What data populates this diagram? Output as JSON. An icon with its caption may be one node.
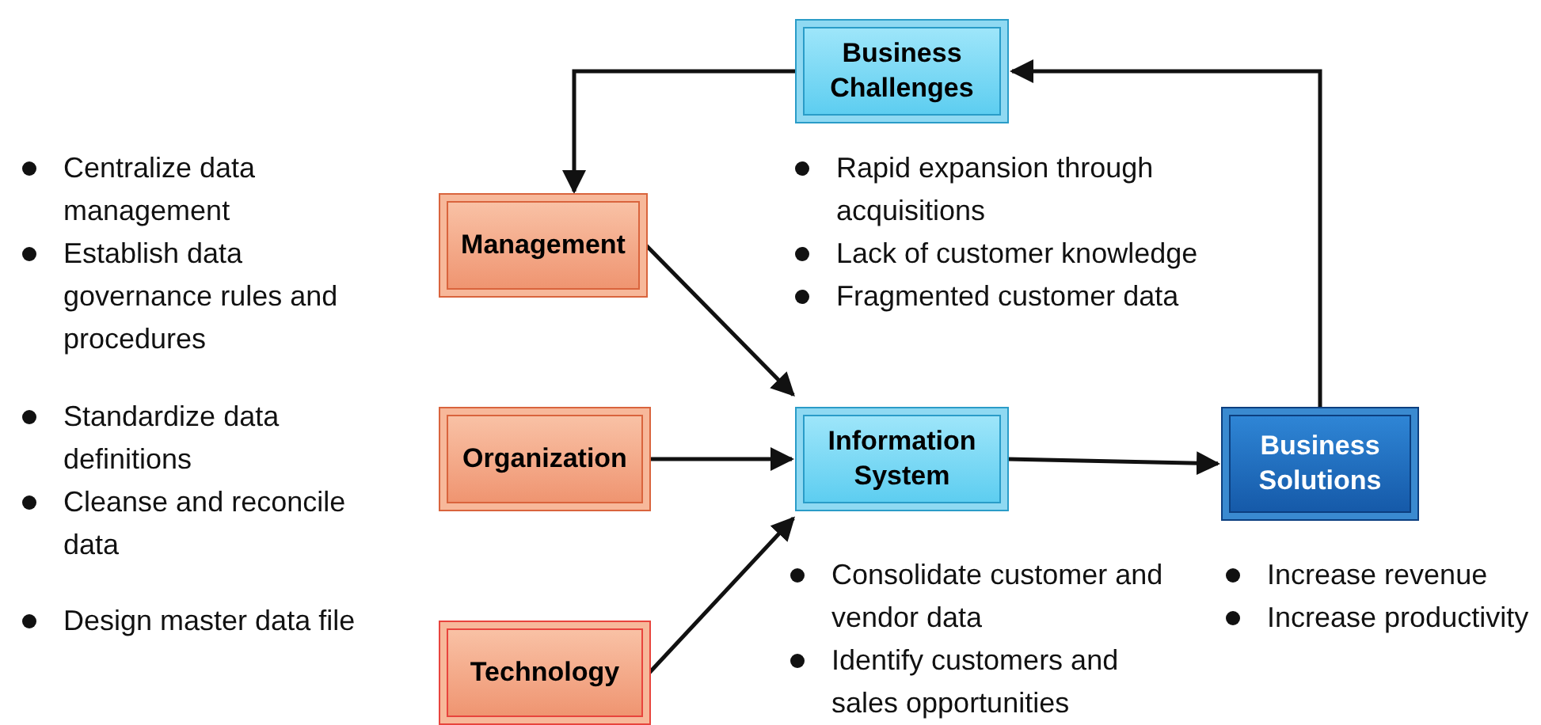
{
  "diagram": {
    "nodes": [
      {
        "text": [
          "Business Challenges"
        ],
        "beside": [
          "Rapid expansion through acquisitions",
          "Lack of customer knowledge",
          "Fragmented customer data"
        ]
      },
      {
        "text": [
          "Management"
        ],
        "beside": [
          "Centralize data management",
          "Establish data governance rules and procedures"
        ]
      },
      {
        "text": [
          "Organization"
        ],
        "beside": [
          "Standardize data definitions",
          "Cleanse and reconcile data"
        ]
      },
      {
        "text": [
          "Technology"
        ],
        "beside": [
          "Design master data file"
        ]
      },
      {
        "text": [
          "Information System"
        ],
        "beside": [
          "Consolidate customer and vendor data",
          "Identify customers and sales opportunities"
        ]
      },
      {
        "text": [
          "Business Solutions"
        ],
        "beside": [
          "Increase revenue",
          "Increase productivity"
        ]
      }
    ],
    "edges": [
      {
        "from": 0,
        "to": 1,
        "arrow": "to"
      },
      {
        "from": 1,
        "to": 4,
        "arrow": "to"
      },
      {
        "from": 2,
        "to": 4,
        "arrow": "to"
      },
      {
        "from": 3,
        "to": 4,
        "arrow": "to"
      },
      {
        "from": 4,
        "to": 5,
        "arrow": "to"
      },
      {
        "from": 5,
        "to": 0,
        "arrow": "to"
      }
    ]
  }
}
